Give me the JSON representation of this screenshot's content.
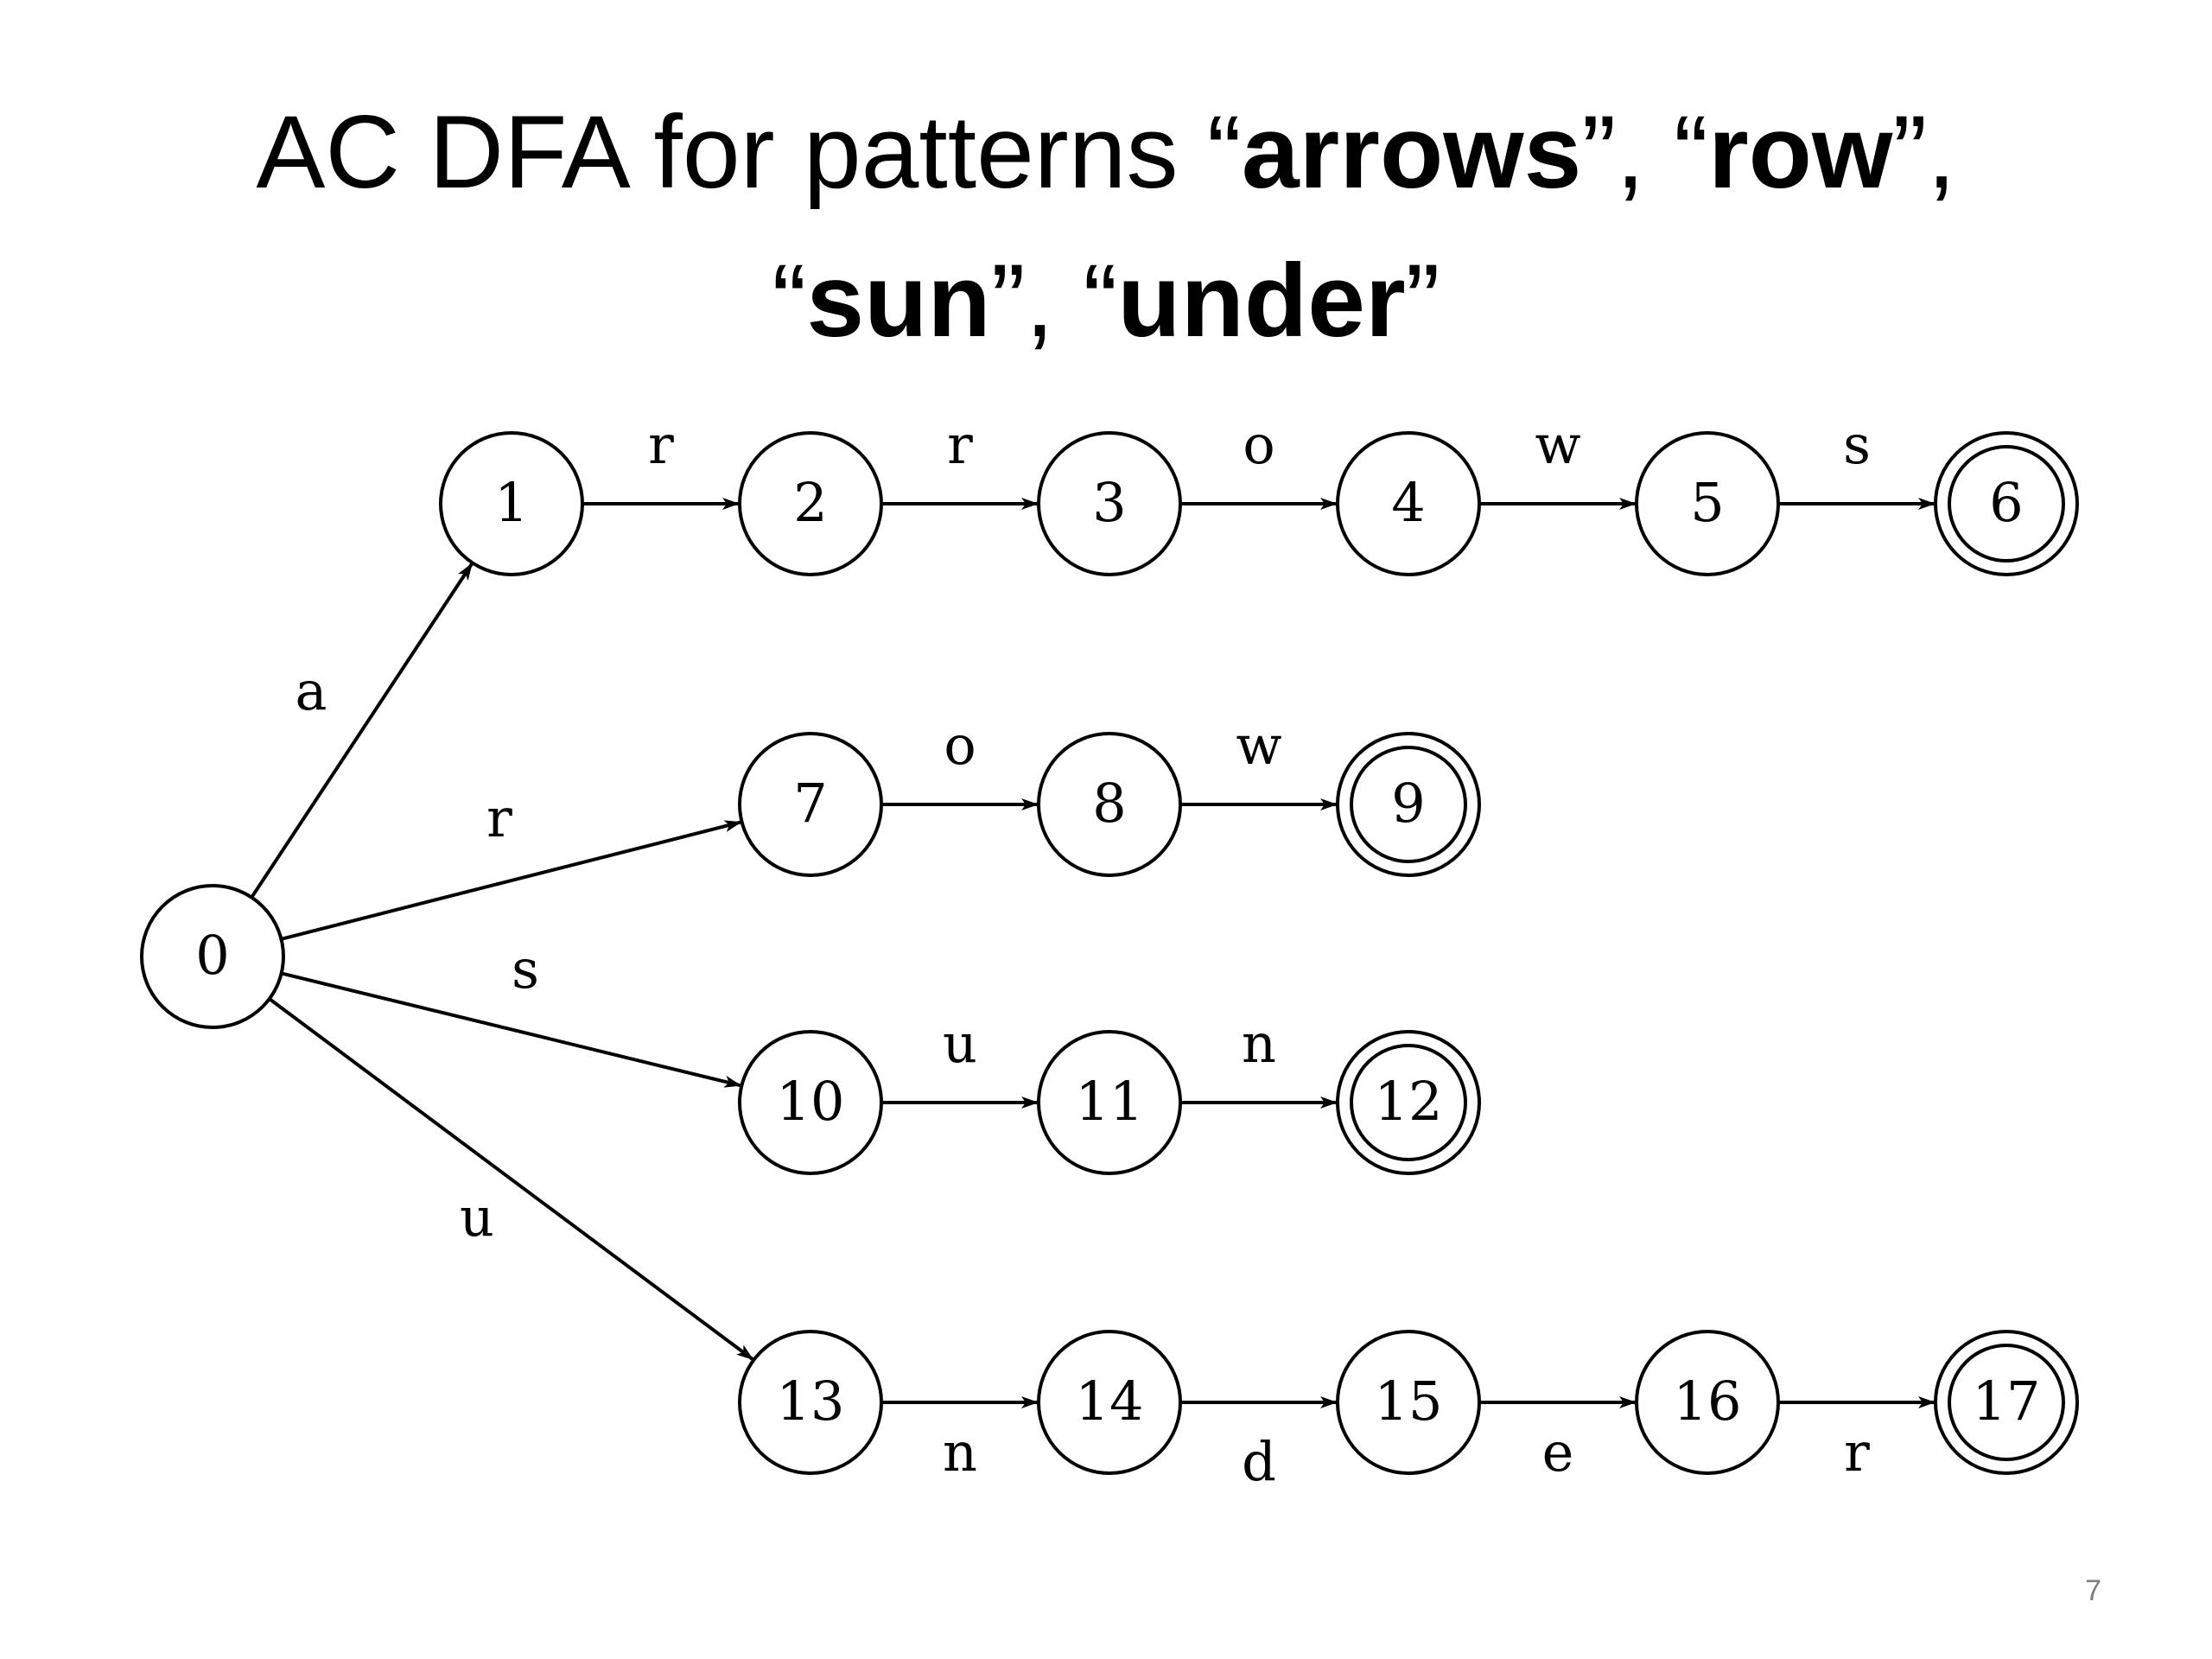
{
  "title": {
    "line1_text": "AC DFA for patterns “",
    "p1": "arrows",
    "sep1": "”, “",
    "p2": "row",
    "sep2": "”,",
    "line2_open": "“",
    "p3": "sun",
    "sep3": "”, “",
    "p4": "under",
    "line2_close": "”"
  },
  "diagram": {
    "states": [
      {
        "id": 0,
        "label": "0",
        "accepting": false
      },
      {
        "id": 1,
        "label": "1",
        "accepting": false
      },
      {
        "id": 2,
        "label": "2",
        "accepting": false
      },
      {
        "id": 3,
        "label": "3",
        "accepting": false
      },
      {
        "id": 4,
        "label": "4",
        "accepting": false
      },
      {
        "id": 5,
        "label": "5",
        "accepting": false
      },
      {
        "id": 6,
        "label": "6",
        "accepting": true
      },
      {
        "id": 7,
        "label": "7",
        "accepting": false
      },
      {
        "id": 8,
        "label": "8",
        "accepting": false
      },
      {
        "id": 9,
        "label": "9",
        "accepting": true
      },
      {
        "id": 10,
        "label": "10",
        "accepting": false
      },
      {
        "id": 11,
        "label": "11",
        "accepting": false
      },
      {
        "id": 12,
        "label": "12",
        "accepting": true
      },
      {
        "id": 13,
        "label": "13",
        "accepting": false
      },
      {
        "id": 14,
        "label": "14",
        "accepting": false
      },
      {
        "id": 15,
        "label": "15",
        "accepting": false
      },
      {
        "id": 16,
        "label": "16",
        "accepting": false
      },
      {
        "id": 17,
        "label": "17",
        "accepting": true
      }
    ],
    "transitions": [
      {
        "from": 0,
        "to": 1,
        "label": "a"
      },
      {
        "from": 1,
        "to": 2,
        "label": "r"
      },
      {
        "from": 2,
        "to": 3,
        "label": "r"
      },
      {
        "from": 3,
        "to": 4,
        "label": "o"
      },
      {
        "from": 4,
        "to": 5,
        "label": "w"
      },
      {
        "from": 5,
        "to": 6,
        "label": "s"
      },
      {
        "from": 0,
        "to": 7,
        "label": "r"
      },
      {
        "from": 7,
        "to": 8,
        "label": "o"
      },
      {
        "from": 8,
        "to": 9,
        "label": "w"
      },
      {
        "from": 0,
        "to": 10,
        "label": "s"
      },
      {
        "from": 10,
        "to": 11,
        "label": "u"
      },
      {
        "from": 11,
        "to": 12,
        "label": "n"
      },
      {
        "from": 0,
        "to": 13,
        "label": "u"
      },
      {
        "from": 13,
        "to": 14,
        "label": "n"
      },
      {
        "from": 14,
        "to": 15,
        "label": "d"
      },
      {
        "from": 15,
        "to": 16,
        "label": "e"
      },
      {
        "from": 16,
        "to": 17,
        "label": "r"
      }
    ]
  },
  "page_number": "7"
}
